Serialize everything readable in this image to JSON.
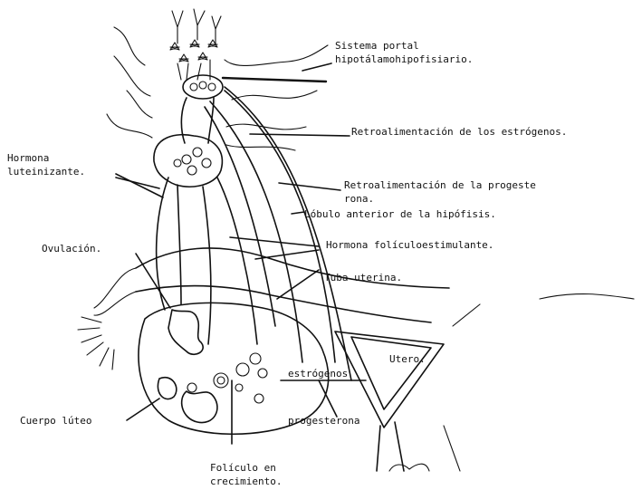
{
  "labels": {
    "portal_line1": "Sistema portal",
    "portal_line2": "hipotálamohipofisiario.",
    "estrogen_feedback": "Retroalimentación de los estrógenos.",
    "progesterone_feedback_line1": "Retroalimentación de la progeste",
    "progesterone_feedback_line2": "rona.",
    "anterior_lobe": "Lóbulo anterior de la hipófisis.",
    "lh_line1": "Hormona",
    "lh_line2": "luteinizante.",
    "ovulation": "Ovulación.",
    "fsh": "Hormona folículoestimulante.",
    "tube": "Tuba uterina.",
    "uterus": "Utero.",
    "estrogens": "estrógenos",
    "corpus_luteum": "Cuerpo lúteo",
    "progesterone": "progesterona",
    "follicle_line1": "Folículo en",
    "follicle_line2": "crecimiento."
  }
}
